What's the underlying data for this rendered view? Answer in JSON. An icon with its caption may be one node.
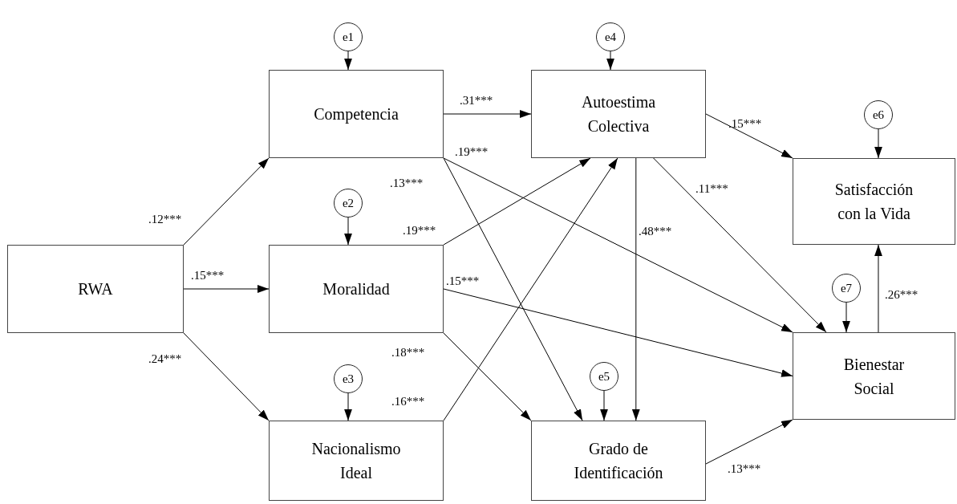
{
  "diagram": {
    "nodes": [
      {
        "text": [
          "RWA"
        ]
      },
      {
        "text": [
          "Competencia"
        ]
      },
      {
        "text": [
          "Moralidad"
        ]
      },
      {
        "text": [
          "Nacionalismo Ideal"
        ]
      },
      {
        "text": [
          "Autoestima Colectiva"
        ]
      },
      {
        "text": [
          "Satisfacción con la Vida"
        ]
      },
      {
        "text": [
          "Bienestar Social"
        ]
      },
      {
        "text": [
          "Grado de Identificación"
        ]
      },
      {
        "text": [
          "e1"
        ]
      },
      {
        "text": [
          "e4"
        ]
      },
      {
        "text": [
          "e2"
        ]
      },
      {
        "text": [
          "e3"
        ]
      },
      {
        "text": [
          "e5"
        ]
      },
      {
        "text": [
          "e6"
        ]
      },
      {
        "text": [
          "e7"
        ]
      }
    ],
    "edges": [
      {
        "from": 0,
        "to": 1,
        "arrow": "to",
        "label": ".12***"
      },
      {
        "from": 0,
        "to": 2,
        "arrow": "to",
        "label": ".15***"
      },
      {
        "from": 0,
        "to": 3,
        "arrow": "to",
        "label": ".24***"
      },
      {
        "from": 1,
        "to": 4,
        "arrow": "to",
        "label": ".31***"
      },
      {
        "from": 1,
        "to": 6,
        "arrow": "to",
        "label": ".19***"
      },
      {
        "from": 1,
        "to": 7,
        "arrow": "to",
        "label": ".13***"
      },
      {
        "from": 2,
        "to": 4,
        "arrow": "to",
        "label": ".19***"
      },
      {
        "from": 2,
        "to": 6,
        "arrow": "to",
        "label": ".15***"
      },
      {
        "from": 2,
        "to": 7,
        "arrow": "to",
        "label": ".18***"
      },
      {
        "from": 3,
        "to": 4,
        "arrow": "to",
        "label": ".16***"
      },
      {
        "from": 4,
        "to": 5,
        "arrow": "to",
        "label": ".15***"
      },
      {
        "from": 4,
        "to": 6,
        "arrow": "to",
        "label": ".11***"
      },
      {
        "from": 4,
        "to": 7,
        "arrow": "to",
        "label": ".48***"
      },
      {
        "from": 7,
        "to": 6,
        "arrow": "to",
        "label": ".13***"
      },
      {
        "from": 6,
        "to": 5,
        "arrow": "to",
        "label": ".26***"
      },
      {
        "from": 8,
        "to": 1,
        "arrow": "to"
      },
      {
        "from": 9,
        "to": 4,
        "arrow": "to"
      },
      {
        "from": 10,
        "to": 2,
        "arrow": "to"
      },
      {
        "from": 11,
        "to": 3,
        "arrow": "to"
      },
      {
        "from": 12,
        "to": 7,
        "arrow": "to"
      },
      {
        "from": 13,
        "to": 5,
        "arrow": "to"
      },
      {
        "from": 14,
        "to": 6,
        "arrow": "to"
      }
    ]
  }
}
